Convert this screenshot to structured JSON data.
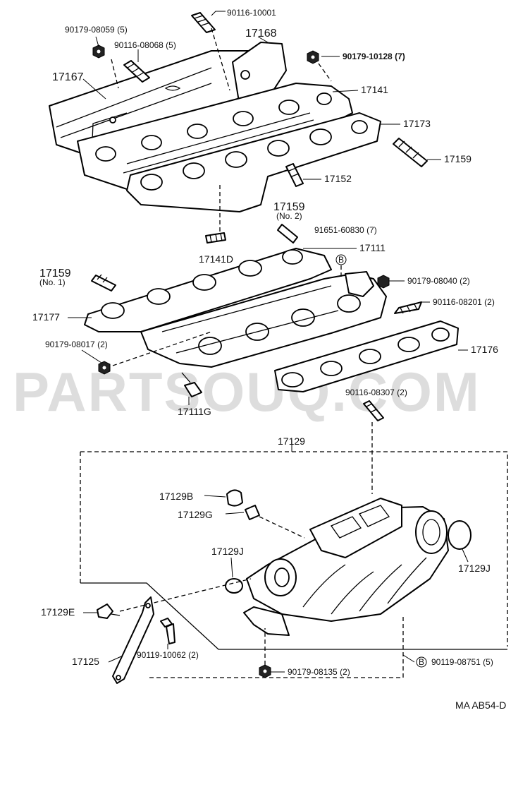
{
  "diagram": {
    "code": "MA AB54-D",
    "watermark": "PARTSOUQ.COM",
    "circle_marker": "B",
    "parts": {
      "p90116_10001": "90116-10001",
      "p90179_08059": "90179-08059 (5)",
      "p90116_08068": "90116-08068 (5)",
      "p17168": "17168",
      "p90179_10128": "90179-10128 (7)",
      "p17167": "17167",
      "p17141": "17141",
      "p17173": "17173",
      "p17159": "17159",
      "p17152": "17152",
      "p17159_no2": "17159",
      "p17159_no2_note": "(No. 2)",
      "p91651_60830": "91651-60830 (7)",
      "p17141D": "17141D",
      "p17111": "17111",
      "p17159_no1": "17159",
      "p17159_no1_note": "(No. 1)",
      "p90179_08040": "90179-08040 (2)",
      "p90116_08201": "90116-08201 (2)",
      "p17177": "17177",
      "p90179_08017": "90179-08017 (2)",
      "p17176": "17176",
      "p90116_08307": "90116-08307 (2)",
      "p17111G": "17111G",
      "p17129": "17129",
      "p17129B": "17129B",
      "p17129G": "17129G",
      "p17129J_left": "17129J",
      "p17129J_right": "17129J",
      "p17129E": "17129E",
      "p17125": "17125",
      "p90119_10062": "90119-10062 (2)",
      "p90179_08135": "90179-08135 (2)",
      "p90119_08751": "90119-08751 (5)"
    }
  }
}
